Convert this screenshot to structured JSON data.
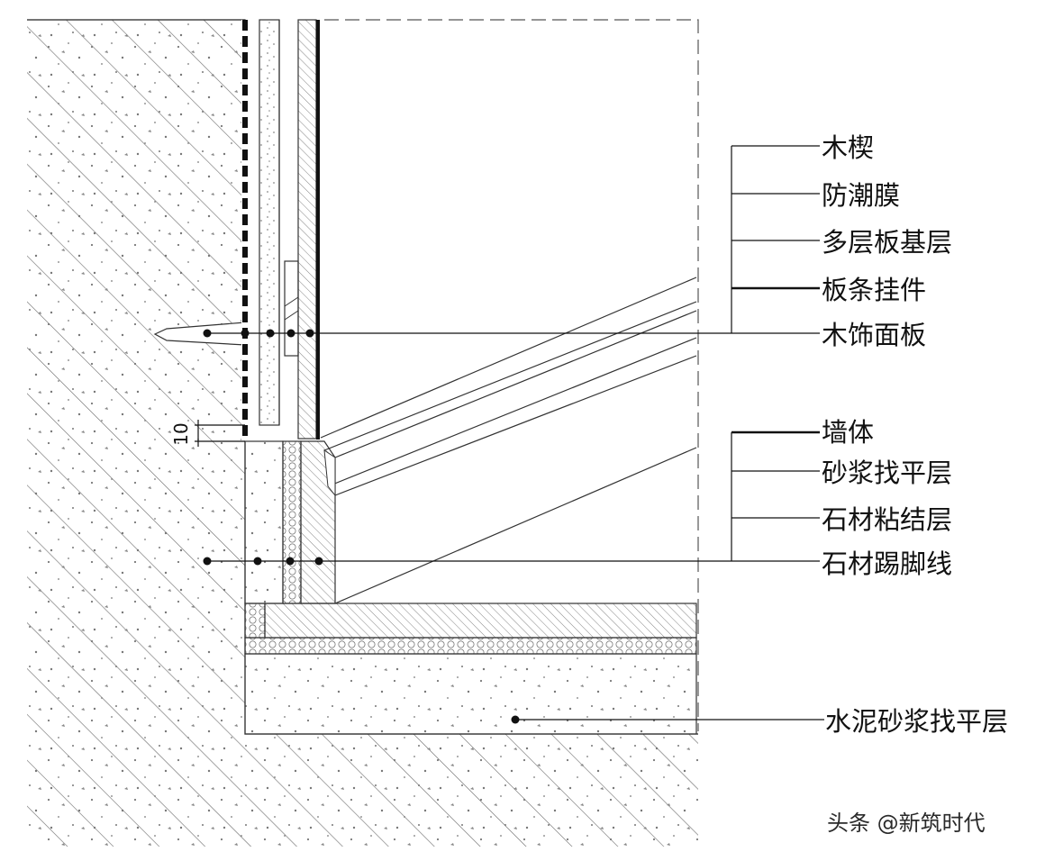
{
  "labels": {
    "group_upper": [
      "木楔",
      "防潮膜",
      "多层板基层",
      "板条挂件",
      "木饰面板"
    ],
    "group_lower": [
      "墙体",
      "砂浆找平层",
      "石材粘结层",
      "石材踢脚线"
    ],
    "floor": "水泥砂浆找平层"
  },
  "dimension": "10",
  "watermark": "头条 @新筑时代"
}
